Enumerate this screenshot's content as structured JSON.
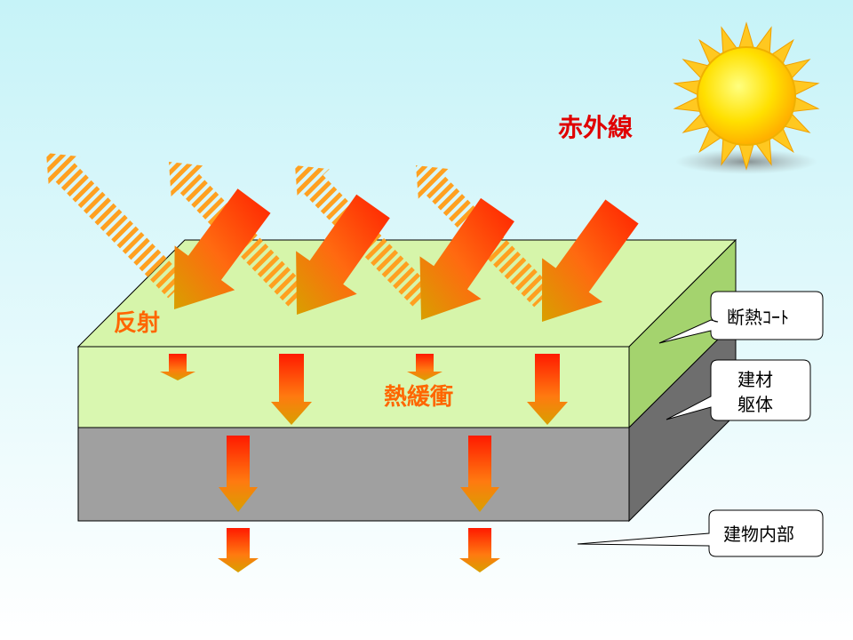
{
  "labels": {
    "infrared": "赤外線",
    "reflection": "反射",
    "thermal_buffer": "熱緩衝"
  },
  "callouts": {
    "coat": "断熱ｺｰﾄ",
    "structure_line1": "建材",
    "structure_line2": "躯体",
    "interior": "建物内部"
  },
  "colors": {
    "sky_top": "#c8f4f8",
    "sky_bottom": "#ffffff",
    "coat_layer": "#d9f7b0",
    "body_layer": "#a0a0a0",
    "label_red": "#e00000",
    "label_orange": "#ff6600",
    "sun": "#ffd000"
  },
  "icons": [
    "sun-icon",
    "incoming-heat-arrow",
    "reflected-heat-arrow",
    "downward-heat-arrow"
  ]
}
